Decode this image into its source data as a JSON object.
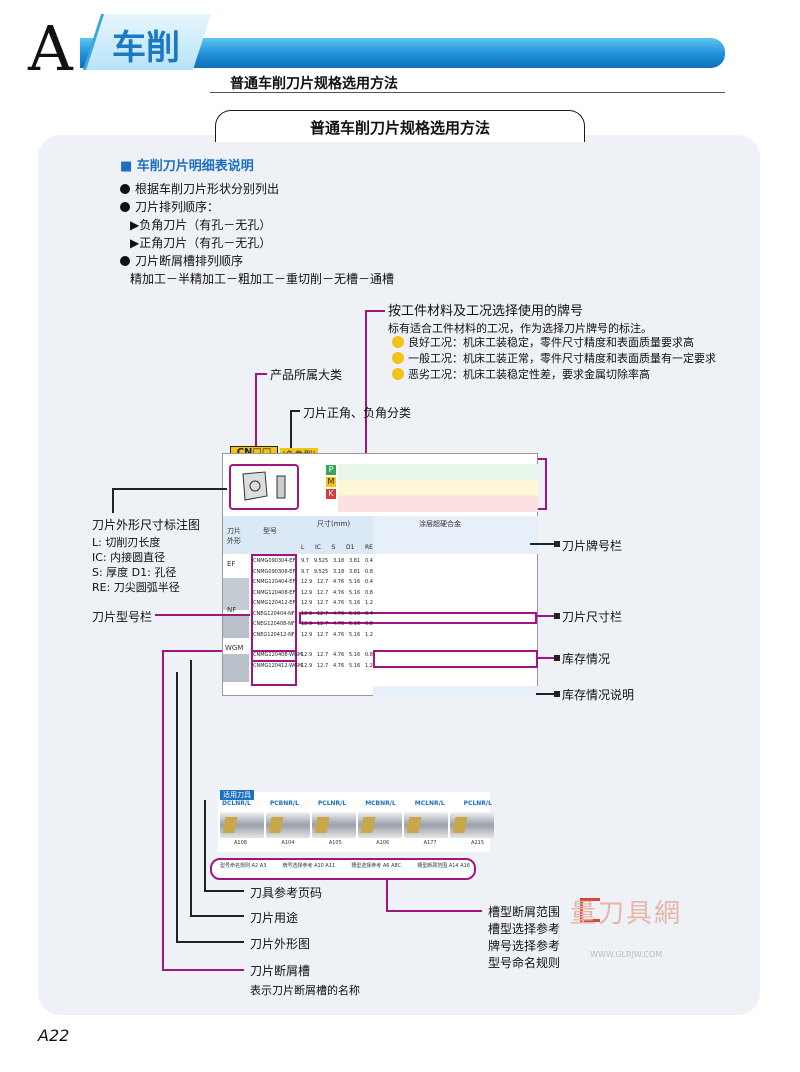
{
  "header": {
    "letter": "A",
    "title": "车削",
    "subtitle": "普通车削刀片规格选用方法"
  },
  "panel": {
    "tab_title": "普通车削刀片规格选用方法",
    "section_title": "■ 车削刀片明细表说明",
    "bullets": [
      "根据车削刀片形状分别列出",
      "刀片排列顺序："
    ],
    "sub_items": [
      "▶负角刀片（有孔－无孔）",
      "▶正角刀片（有孔－无孔）"
    ],
    "bullet3": "刀片断屑槽排列顺序",
    "sequence": "精加工－半精加工－粗加工－重切削－无槽－通槽"
  },
  "callouts": {
    "grade_select": "按工件材料及工况选择使用的牌号",
    "grade_desc": "标有适合工件材料的工况，作为选择刀片牌号的标注。",
    "conditions": [
      "良好工况：机床工装稳定，零件尺寸精度和表面质量要求高",
      "一般工况：机床工装正常，零件尺寸精度和表面质量有一定要求",
      "恶劣工况：机床工装稳定性差，要求金属切除率高"
    ],
    "product_category": "产品所属大类",
    "pos_neg": "刀片正角、负角分类",
    "shape_dim": "刀片外形尺寸标注图",
    "dim_legend": [
      "L: 切削刃长度",
      "IC: 内接圆直径",
      "S: 厚度       D1: 孔径",
      "RE: 刀尖圆弧半径"
    ],
    "grade_col": "刀片牌号栏",
    "model_col": "刀片型号栏",
    "size_col": "刀片尺寸栏",
    "stock": "库存情况",
    "stock_note": "库存情况说明",
    "tool_ref": "刀具参考页码",
    "usage": "刀片用途",
    "shape_img": "刀片外形图",
    "chipbreaker": "刀片断屑槽",
    "chipbreaker_desc": "表示刀片断屑槽的名称",
    "right_list": [
      "槽型断屑范围",
      "槽型选择参考",
      "牌号选择参考",
      "型号命名规则"
    ]
  },
  "catalog": {
    "code": "CN□□",
    "code_tag": "(负角型)",
    "col_shape": "刀片外形",
    "col_model": "型号",
    "col_size": "尺寸(mm)",
    "size_heads": [
      "L",
      "IC",
      "S",
      "D1",
      "RE"
    ],
    "col_grade": "涂层超硬合金",
    "groups": [
      "EF",
      "NF",
      "WGM"
    ],
    "models": [
      "CNMG090304-EF",
      "CNMG090308-EF",
      "CNMG120404-EF",
      "CNMG120408-EF",
      "CNMG120412-EF",
      "CNEG120404-NF",
      "CNEG120408-NF",
      "CNEG120412-NF",
      "CNMG120408-WGM",
      "CNMG120412-WGM"
    ],
    "sizes": [
      [
        "9.7",
        "9.525",
        "3.18",
        "3.81",
        "0.4"
      ],
      [
        "9.7",
        "9.525",
        "3.18",
        "3.81",
        "0.8"
      ],
      [
        "12.9",
        "12.7",
        "4.76",
        "5.16",
        "0.4"
      ],
      [
        "12.9",
        "12.7",
        "4.76",
        "5.16",
        "0.8"
      ],
      [
        "12.9",
        "12.7",
        "4.76",
        "5.16",
        "1.2"
      ],
      [
        "12.9",
        "12.7",
        "4.76",
        "5.16",
        "0.4"
      ],
      [
        "12.9",
        "12.7",
        "4.76",
        "5.16",
        "0.8"
      ],
      [
        "12.9",
        "12.7",
        "4.76",
        "5.16",
        "1.2"
      ],
      [
        "12.9",
        "12.7",
        "4.76",
        "5.16",
        "0.8"
      ],
      [
        "12.9",
        "12.7",
        "4.76",
        "5.16",
        "1.2"
      ]
    ],
    "materials": [
      "P",
      "M",
      "K"
    ],
    "tools_tag": "适用刀具",
    "tools": [
      {
        "name": "DCLNR/L",
        "page": "A108"
      },
      {
        "name": "PCBNR/L",
        "page": "A104"
      },
      {
        "name": "PCLNR/L",
        "page": "A105"
      },
      {
        "name": "MCBNR/L",
        "page": "A106"
      },
      {
        "name": "MCLNR/L",
        "page": "A177"
      },
      {
        "name": "PCLNR/L",
        "page": "A215"
      }
    ],
    "ref_items": [
      "型号命名规则",
      "牌号选择参考",
      "槽型选择参考",
      "槽型断屑范围"
    ],
    "ref_pages": [
      "A2 A3",
      "A10 A11",
      "A6 A8C",
      "A14 A16"
    ]
  },
  "watermark": {
    "text": "量刀具網",
    "url": "WWW.GLRJW.COM"
  },
  "page_number": "A22",
  "colors": {
    "accent_blue": "#1d8fd6",
    "callout_magenta": "#a3157e"
  }
}
